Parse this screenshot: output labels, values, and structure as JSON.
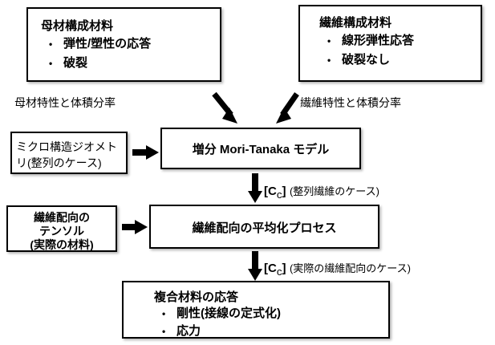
{
  "diagram": {
    "title": "Mori-Tanaka composite material modeling flow",
    "colors": {
      "background": "#ffffff",
      "border": "#000000",
      "text": "#000000",
      "arrow": "#000000"
    },
    "boxes": {
      "matrix_constituent": {
        "title": "母材構成材料",
        "bullets": [
          "弾性/塑性の応答",
          "破裂"
        ]
      },
      "fiber_constituent": {
        "title": "繊維構成材料",
        "bullets": [
          "線形弾性応答",
          "破裂なし"
        ]
      },
      "microstructure_geometry": {
        "line1": "ミクロ構造ジオメト",
        "line2": "リ(整列のケース)"
      },
      "mori_tanaka_model": {
        "line1": "増分 Mori-Tanaka モデル"
      },
      "fiber_orientation_tensor": {
        "line1": "繊維配向の",
        "line2": "テンソル",
        "line3": "(実際の材料)"
      },
      "orientation_averaging": {
        "line1": "繊維配向の平均化プロセス"
      },
      "composite_response": {
        "title": "複合材料の応答",
        "bullets": [
          "剛性(接線の定式化)",
          "応力"
        ]
      }
    },
    "labels": {
      "matrix_properties": "母材特性と体積分率",
      "fiber_properties": "繊維特性と体積分率",
      "cc_aligned": {
        "symbol": "[C",
        "subscript": "c",
        "symbol_end": "]",
        "note": "(整列繊維のケース)"
      },
      "cc_real": {
        "symbol": "[C",
        "subscript": "c",
        "symbol_end": "]",
        "note": "(実際の繊維配向のケース)"
      }
    },
    "arrows": [
      {
        "name": "arrow-matrix-to-model",
        "type": "diagonal-down-right"
      },
      {
        "name": "arrow-fiber-to-model",
        "type": "diagonal-down-left"
      },
      {
        "name": "arrow-micro-to-model",
        "type": "horizontal-right"
      },
      {
        "name": "arrow-model-to-averaging",
        "type": "vertical-down"
      },
      {
        "name": "arrow-tensor-to-averaging",
        "type": "horizontal-right"
      },
      {
        "name": "arrow-averaging-to-response",
        "type": "vertical-down"
      }
    ]
  }
}
